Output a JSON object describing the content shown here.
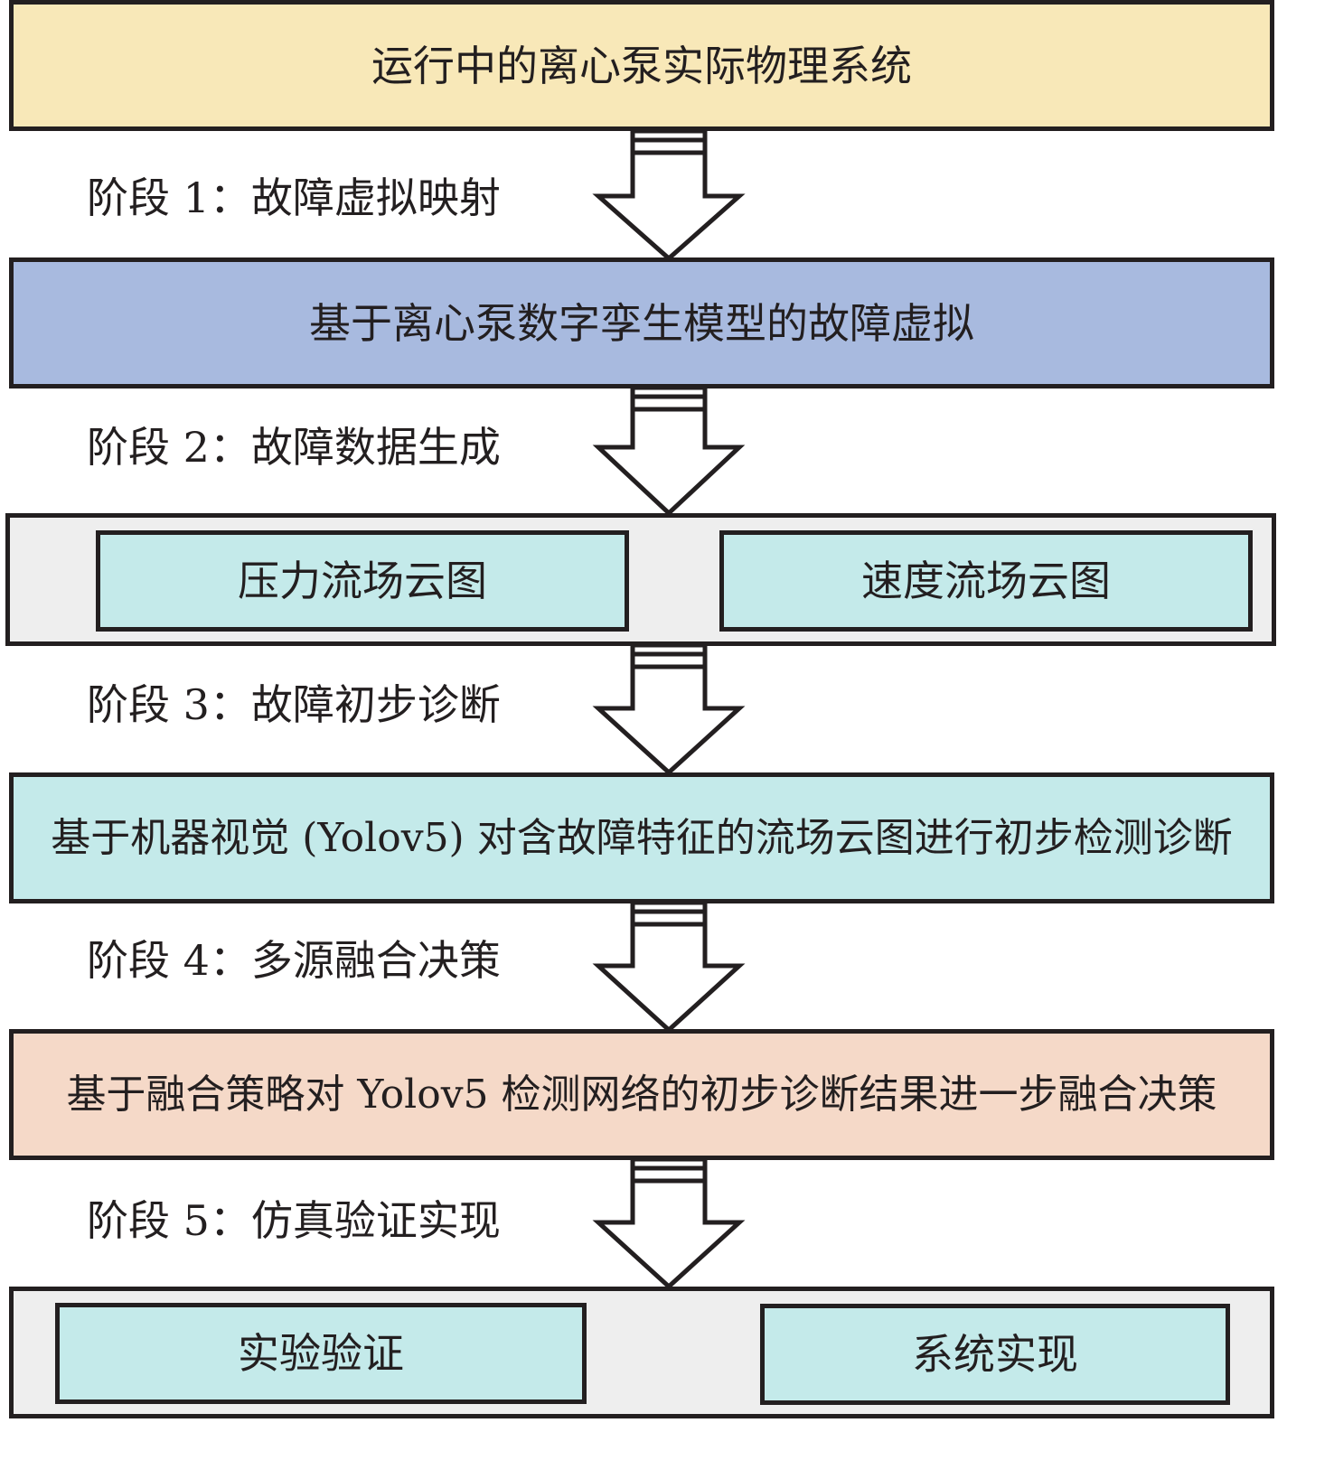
{
  "diagram": {
    "top_box": {
      "label": "运行中的离心泵实际物理系统",
      "color": "#f8e8b8"
    },
    "stages": [
      {
        "label": "阶段 1：故障虚拟映射"
      },
      {
        "label": "阶段 2：故障数据生成"
      },
      {
        "label": "阶段 3：故障初步诊断"
      },
      {
        "label": "阶段 4：多源融合决策"
      },
      {
        "label": "阶段 5：仿真验证实现"
      }
    ],
    "virtual_box": {
      "label": "基于离心泵数字孪生模型的故障虚拟",
      "color": "#a8badf"
    },
    "data_group": {
      "items": [
        {
          "label": "压力流场云图"
        },
        {
          "label": "速度流场云图"
        }
      ]
    },
    "diagnosis_box": {
      "label": "基于机器视觉 (Yolov5) 对含故障特征的流场云图进行初步检测诊断",
      "color": "#c4eaea"
    },
    "fusion_box": {
      "label": "基于融合策略对 Yolov5 检测网络的初步诊断结果进一步融合决策",
      "color": "#f5d9c8"
    },
    "verify_group": {
      "items": [
        {
          "label": "实验验证"
        },
        {
          "label": "系统实现"
        }
      ]
    }
  }
}
